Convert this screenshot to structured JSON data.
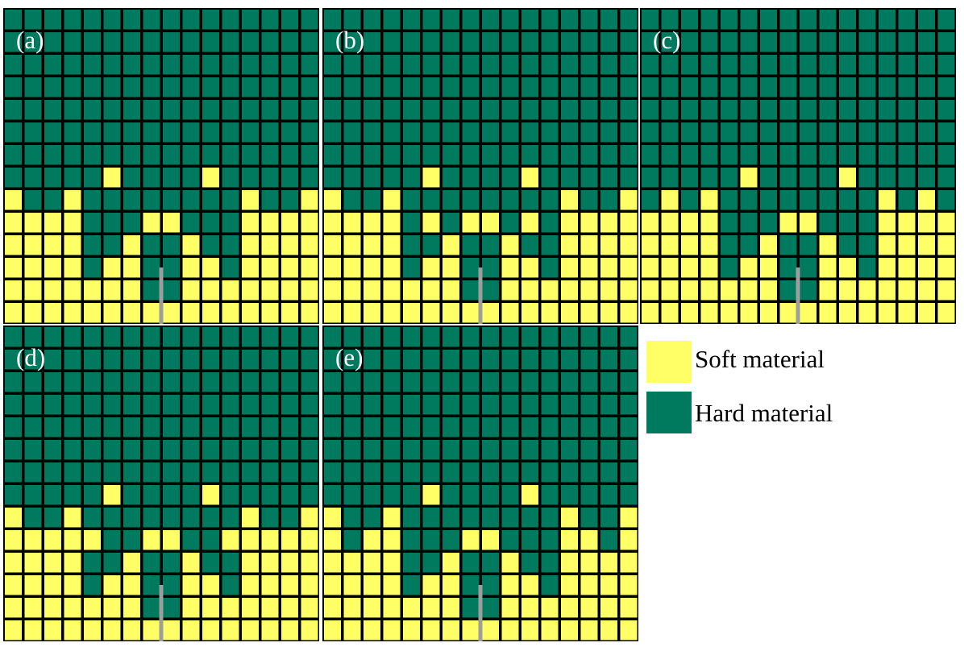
{
  "colors": {
    "soft": "#ffff66",
    "hard": "#007a5e",
    "background": "#000000",
    "probe": "#9e9e9e"
  },
  "legend": {
    "soft_label": "Soft material",
    "hard_label": "Hard material"
  },
  "panels": [
    {
      "label": "(a)",
      "rows": [
        "HHHHHHHHHHHHHHHH",
        "HHHHHHHHHHHHHHHH",
        "HHHHHHHHHHHHHHHH",
        "HHHHHHHHHHHHHHHH",
        "HHHHHHHHHHHHHHHH",
        "HHHHHHHHHHHHHHHH",
        "HHHHHHHHHHHHHHHH",
        "HHHHHSHHHHSHHHHH",
        "SHHSHHHHHHHHSHHS",
        "SSSSHHHSSHHHSSSS",
        "SSSSHHSHHSHHSSSS",
        "SSSSHSSHHSSHSSSS",
        "SSSSSSSHHSSSSSSS",
        "SSSSSSSSSSSSSSSS"
      ]
    },
    {
      "label": "(b)",
      "rows": [
        "HHHHHHHHHHHHHHHH",
        "HHHHHHHHHHHHHHHH",
        "HHHHHHHHHHHHHHHH",
        "HHHHHHHHHHHHHHHH",
        "HHHHHHHHHHHHHHHH",
        "HHHHHHHHHHHHHHHH",
        "HHHHHHHHHHHHHHHH",
        "HHHHHSHHHHSHHHHH",
        "SHHSHHHHHHHHSHHS",
        "SSSSHSHSSHSHSSSS",
        "SSSSHHSHHSHHSSSS",
        "SSSSHSSHHSSHSSSS",
        "SSSSSSSHHSSSSSSS",
        "SSSSSSSSSSSSSSSS"
      ]
    },
    {
      "label": "(c)",
      "rows": [
        "HHHHHHHHHHHHHHHH",
        "HHHHHHHHHHHHHHHH",
        "HHHHHHHHHHHHHHHH",
        "HHHHHHHHHHHHHHHH",
        "HHHHHHHHHHHHHHHH",
        "HHHHHHHHHHHHHHHH",
        "HHHHHHHHHHHHHHHH",
        "HHHHHSHHHHSHHHHH",
        "HSHSHHHHHHHHSHSH",
        "SSSSHHHSSHHHSSSS",
        "SSSSHHSHHSHHSSSS",
        "SSSSHSSHHSSHSSSS",
        "SSSSSSSHHSSSSSSS",
        "SSSSSSSSSSSSSSSS"
      ]
    },
    {
      "label": "(d)",
      "rows": [
        "HHHHHHHHHHHHHHHH",
        "HHHHHHHHHHHHHHHH",
        "HHHHHHHHHHHHHHHH",
        "HHHHHHHHHHHHHHHH",
        "HHHHHHHHHHHHHHHH",
        "HHHHHHHHHHHHHHHH",
        "HHHHHHHHHHHHHHHH",
        "HHHHHSHHHHSHHHHH",
        "SHHSHHHHHHHHSHHS",
        "SSSSSHHSSHHSSSSS",
        "SSSSHHSHHSHHSSSS",
        "SSSSHSSHHSSHSSSS",
        "SSSSSSSHHSSSSSSS",
        "SSSSSSSSSSSSSSSS"
      ]
    },
    {
      "label": "(e)",
      "rows": [
        "HHHHHHHHHHHHHHHH",
        "HHHHHHHHHHHHHHHH",
        "HHHHHHHHHHHHHHHH",
        "HHHHHHHHHHHHHHHH",
        "HHHHHHHHHHHHHHHH",
        "HHHHHHHHHHHHHHHH",
        "HHHHHHHHHHHHHHHH",
        "HHHHHSHHHHSHHHHH",
        "SHHSHHHHHHHHSHHS",
        "SHSSHHHSSHHHSSHS",
        "SSSSHHSHHSHHSSSS",
        "SSSSHSSHHSSHSSSS",
        "SSSSSSSHHSSSSSSS",
        "SSSSSSSSSSSSSSSS"
      ]
    }
  ]
}
